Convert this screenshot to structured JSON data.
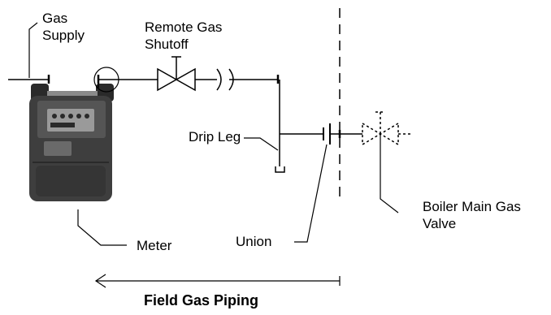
{
  "labels": {
    "gas_supply_line1": "Gas",
    "gas_supply_line2": "Supply",
    "remote_shutoff_line1": "Remote Gas",
    "remote_shutoff_line2": "Shutoff",
    "drip_leg": "Drip Leg",
    "boiler_valve_line1": "Boiler Main Gas",
    "boiler_valve_line2": "Valve",
    "meter": "Meter",
    "union": "Union",
    "field_gas_piping": "Field Gas Piping"
  },
  "colors": {
    "line": "#000000",
    "meter_body": "#3e3e3e",
    "meter_dark": "#2a2a2a",
    "meter_light": "#9a9a9a",
    "background": "#ffffff"
  }
}
